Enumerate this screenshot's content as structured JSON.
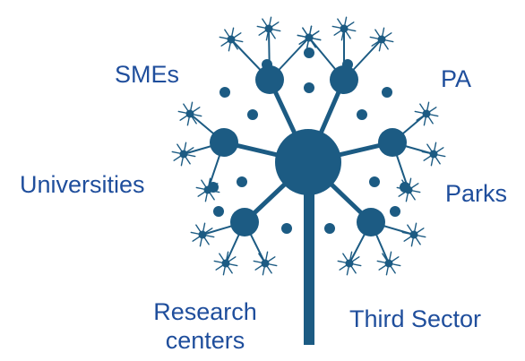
{
  "colors": {
    "tree": "#1c5b83",
    "label_text": "#1f4e9c"
  },
  "labels": {
    "smes": "SMEs",
    "pa": "PA",
    "universities": "Universities",
    "parks": "Parks",
    "research_line1": "Research",
    "research_line2": "centers",
    "third_sector": "Third  Sector"
  }
}
